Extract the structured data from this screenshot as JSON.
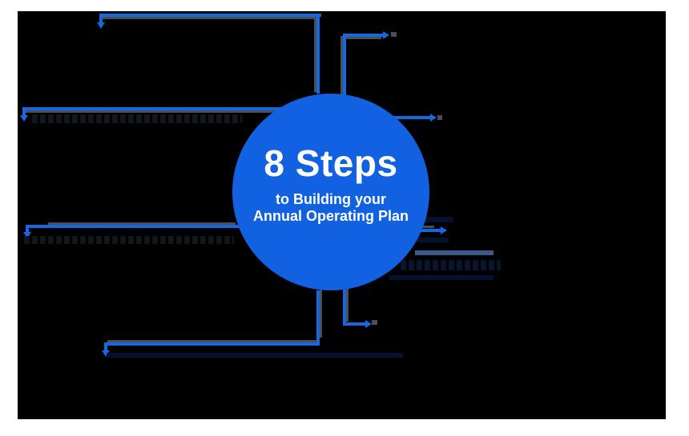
{
  "center": {
    "title": "8 Steps",
    "subtitle_lines": [
      "to Building your",
      "Annual Operating Plan"
    ]
  },
  "colors": {
    "page_bg": "#ffffff",
    "canvas_bg": "#000000",
    "circle_blue": "#1161e0",
    "line_blue": "#1567e2",
    "shadow_gray": "#4a4f57",
    "navy_bar": "#041030",
    "slate_bar": "#3d5a8c",
    "glyph_dark": "#14161d",
    "text_white": "#ffffff"
  },
  "steps": [
    {
      "position": "top-left",
      "arrow_icon": "arrow-down-icon",
      "label_visible": false
    },
    {
      "position": "left-upper",
      "arrow_icon": "arrow-down-icon",
      "label_visible": false
    },
    {
      "position": "left-lower",
      "arrow_icon": "arrow-down-icon",
      "label_visible": false
    },
    {
      "position": "bottom-left",
      "arrow_icon": "arrow-down-icon",
      "label_visible": false
    },
    {
      "position": "top-right",
      "arrow_icon": "arrow-right-icon",
      "label_visible": false
    },
    {
      "position": "right-upper",
      "arrow_icon": "arrow-right-icon",
      "label_visible": false
    },
    {
      "position": "right-middle",
      "arrow_icon": "arrow-right-icon",
      "label_visible": false
    },
    {
      "position": "bottom-right",
      "arrow_icon": "arrow-right-icon",
      "label_visible": false
    }
  ]
}
